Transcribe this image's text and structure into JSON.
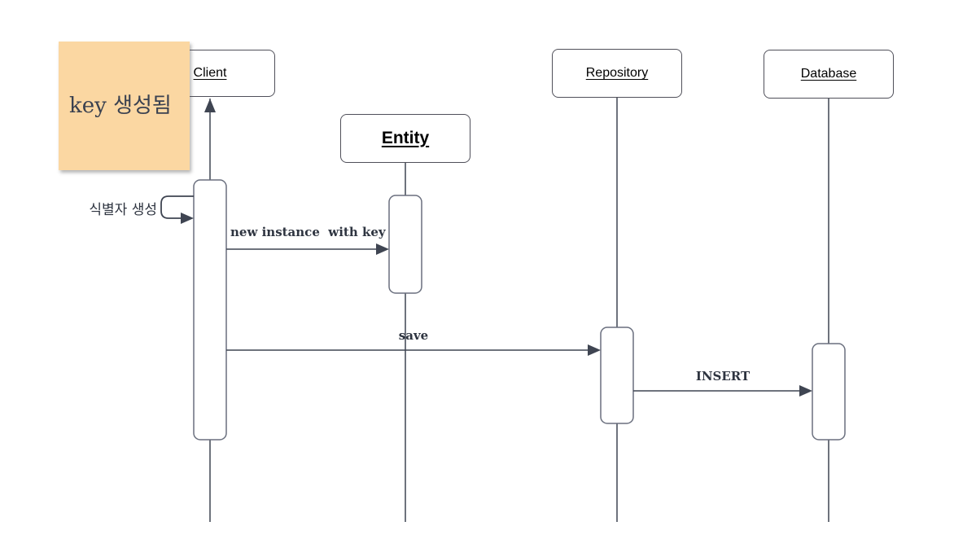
{
  "diagram": {
    "type": "uml-sequence-diagram",
    "note": {
      "text": "key 생성됨",
      "bg_color": "#FBD7A2",
      "text_color": "#3A4150"
    },
    "actors": {
      "client": "Client",
      "entity": "Entity",
      "repository": "Repository",
      "database": "Database"
    },
    "messages": {
      "self_call": "식별자 생성",
      "new_instance": "new instance  with key",
      "save": "save",
      "insert": "INSERT"
    },
    "colors": {
      "line": "#3F4552",
      "box_border": "#50505A",
      "activation_border": "#6A6F7E",
      "background": "#FFFFFF"
    }
  }
}
